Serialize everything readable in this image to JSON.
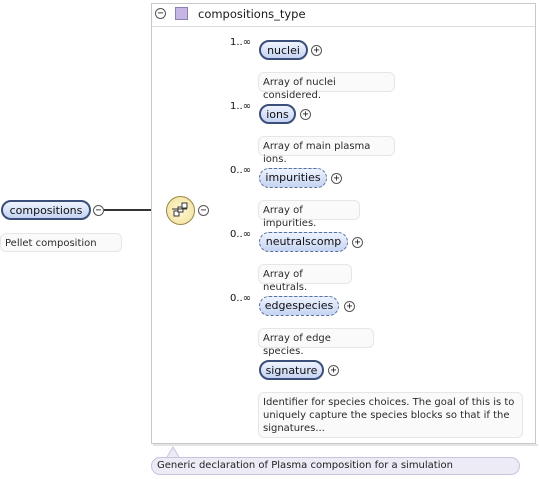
{
  "root": {
    "label": "compositions",
    "doc": "Pellet composition"
  },
  "type": {
    "title": "compositions_type",
    "footer_doc": "Generic declaration of Plasma composition for a simulation"
  },
  "children": [
    {
      "name": "nuclei",
      "card": "1..∞",
      "doc": "Array of nuclei considered."
    },
    {
      "name": "ions",
      "card": "1..∞",
      "doc": "Array of main plasma ions."
    },
    {
      "name": "impurities",
      "card": "0..∞",
      "doc": "Array of impurities."
    },
    {
      "name": "neutralscomp",
      "card": "0..∞",
      "doc": "Array of neutrals."
    },
    {
      "name": "edgespecies",
      "card": "0..∞",
      "doc": "Array of edge species."
    },
    {
      "name": "signature",
      "card": "",
      "doc": "Identifier for species choices. The goal of this is to uniquely capture the species blocks so that if the signatures..."
    }
  ],
  "icons": {
    "collapse": "−",
    "expand": "+",
    "sequence": "sequence-compositor-icon",
    "type": "complex-type-icon"
  },
  "colors": {
    "node_fill_top": "#eef3ff",
    "node_fill_bottom": "#c5d4f2",
    "node_border": "#3c4f78",
    "type_icon": "#c6b6e3",
    "sequence_fill": "#f0e09a"
  }
}
